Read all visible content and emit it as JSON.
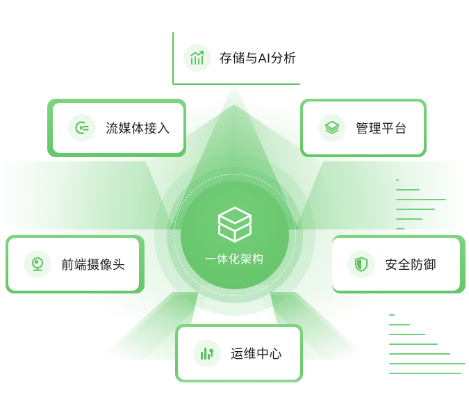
{
  "diagram": {
    "title": "一体化架构",
    "center": {
      "label": "一体化架构",
      "icon": "layered-cube-icon"
    },
    "colors": {
      "primary_green": "#5cc45f",
      "core_green": "#6bc96f",
      "plate_green": "#7fd382",
      "icon_badge_bg": "#eef9ee",
      "label_text": "#1c1c1c",
      "center_text": "#ffffff",
      "line_green": "#6fcf80",
      "page_bg": "#ffffff"
    },
    "nodes": [
      {
        "id": "storage",
        "label": "存储与AI分析",
        "icon": "chart-growth-icon",
        "position": "top"
      },
      {
        "id": "stream",
        "label": "流媒体接入",
        "icon": "stream-play-icon",
        "position": "top-left"
      },
      {
        "id": "manage",
        "label": "管理平台",
        "icon": "layers-icon",
        "position": "top-right"
      },
      {
        "id": "camera",
        "label": "前端摄像头",
        "icon": "webcam-icon",
        "position": "bottom-left"
      },
      {
        "id": "security",
        "label": "安全防御",
        "icon": "shield-icon",
        "position": "bottom-right"
      },
      {
        "id": "ops",
        "label": "运维中心",
        "icon": "bar-wrench-icon",
        "position": "bottom"
      }
    ],
    "decorations": {
      "lines_upper_widths": [
        4,
        34,
        72,
        56,
        38,
        12
      ],
      "lines_lower_widths": [
        8,
        30,
        52,
        70,
        88,
        110,
        104
      ]
    }
  }
}
